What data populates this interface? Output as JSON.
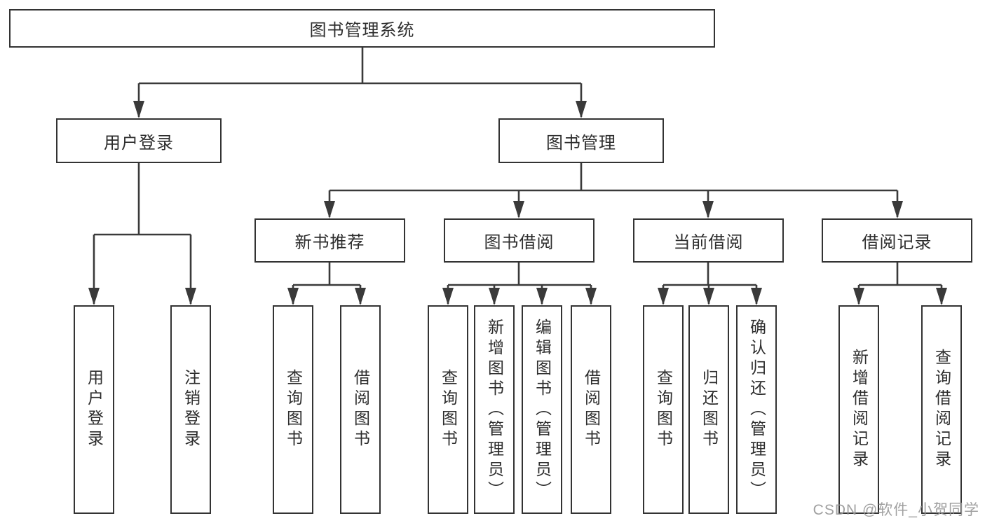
{
  "title": "图书管理系统",
  "watermark": "CSDN @软件_小贺同学",
  "colors": {
    "line": "#3a3a3a",
    "box_border": "#333333",
    "text": "#2d2d2d",
    "watermark": "#969696",
    "background": "#ffffff"
  },
  "tree": {
    "label": "图书管理系统",
    "children": [
      {
        "label": "用户登录",
        "children": [
          {
            "label": "用户登录"
          },
          {
            "label": "注销登录"
          }
        ]
      },
      {
        "label": "图书管理",
        "children": [
          {
            "label": "新书推荐",
            "children": [
              {
                "label": "查询图书"
              },
              {
                "label": "借阅图书"
              }
            ]
          },
          {
            "label": "图书借阅",
            "children": [
              {
                "label": "查询图书"
              },
              {
                "label": "新增图书（管理员）"
              },
              {
                "label": "编辑图书（管理员）"
              },
              {
                "label": "借阅图书"
              }
            ]
          },
          {
            "label": "当前借阅",
            "children": [
              {
                "label": "查询图书"
              },
              {
                "label": "归还图书"
              },
              {
                "label": "确认归还（管理员）"
              }
            ]
          },
          {
            "label": "借阅记录",
            "children": [
              {
                "label": "新增借阅记录"
              },
              {
                "label": "查询借阅记录"
              }
            ]
          }
        ]
      }
    ]
  }
}
